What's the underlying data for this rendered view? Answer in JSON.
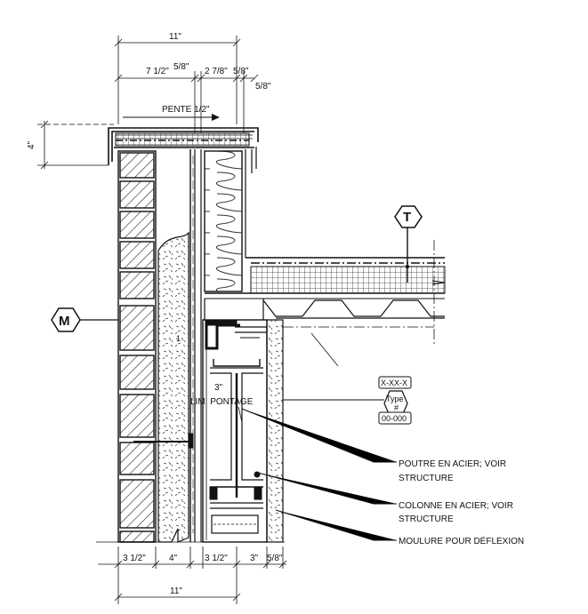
{
  "dimensions": {
    "top_total": "11\"",
    "top_a": "7 1/2\"",
    "top_b": "5/8\"",
    "top_c": "2 7/8\"",
    "top_d": "5/8\"",
    "top_e": "5/8\"",
    "slope": "PENTE 1/2\"",
    "parapet_height": "4\"",
    "inner_3": "3\"",
    "bottom_a": "3 1/2\"",
    "bottom_b": "4\"",
    "bottom_c": "3 1/2\"",
    "bottom_d": "3\"",
    "bottom_e": "5/8\"",
    "bottom_total": "11\""
  },
  "tags": {
    "wall_tag": "M",
    "roof_tag": "T",
    "fire_code": "X-XX-X",
    "fire_type_line1": "Type",
    "fire_type_line2": "#",
    "fire_number": "00-000"
  },
  "labels": {
    "bridging_limit": "LIM. PONTAGE",
    "beam_note_1": "POUTRE EN ACIER; VOIR",
    "beam_note_2": "STRUCTURE",
    "column_note_1": "COLONNE EN ACIER; VOIR",
    "column_note_2": "STRUCTURE",
    "moulding_note": "MOULURE POUR DÉFLEXION",
    "misc_1": "1"
  }
}
